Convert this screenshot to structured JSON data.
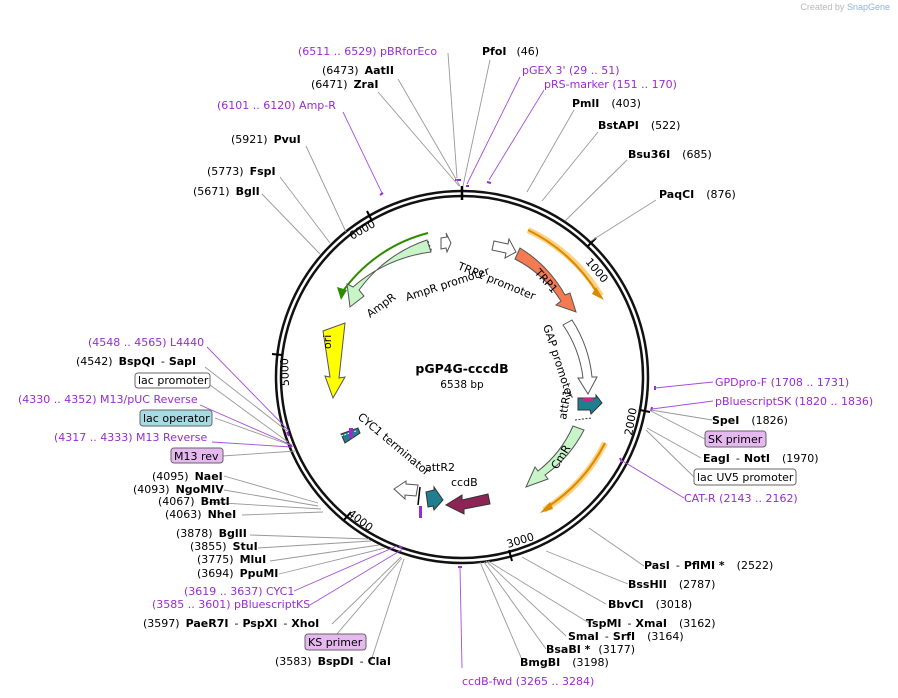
{
  "watermark": {
    "prefix": "Created by",
    "brand": "SnapGene"
  },
  "plasmid": {
    "name": "pGP4G-cccdB",
    "length": "6538 bp"
  },
  "ticks": [
    "1000",
    "2000",
    "3000",
    "4000",
    "5000",
    "6000"
  ],
  "features": [
    {
      "id": "TRP1",
      "label": "TRP1",
      "color": "#f47a52"
    },
    {
      "id": "TRP1-promoter",
      "label": "TRP1 promoter",
      "color": "#ffffff"
    },
    {
      "id": "GAP-promoter",
      "label": "GAP promoter",
      "color": "#ffffff"
    },
    {
      "id": "attR1",
      "label": "attR1",
      "color": "#1f7f8e"
    },
    {
      "id": "CmR",
      "label": "CmR",
      "color": "#c8f5c8"
    },
    {
      "id": "ccdB",
      "label": "ccdB",
      "color": "#8e2356"
    },
    {
      "id": "attR2",
      "label": "attR2",
      "color": "#1f7f8e"
    },
    {
      "id": "CYC1-terminator",
      "label": "CYC1 terminator",
      "color": "#ffffff"
    },
    {
      "id": "ori",
      "label": "ori",
      "color": "#ffff00"
    },
    {
      "id": "AmpR",
      "label": "AmpR",
      "color": "#c8f5c8"
    },
    {
      "id": "AmpR-promoter",
      "label": "AmpR promoter",
      "color": "#ffffff"
    }
  ],
  "labels": [
    {
      "name": "pbrforeco",
      "type": "primer",
      "text": "(6511 .. 6529)  pBRforEco"
    },
    {
      "name": "pfoi",
      "type": "site",
      "pos": "(46)",
      "site": "PfoI"
    },
    {
      "name": "aatii",
      "type": "site",
      "pos": "(6473)",
      "site": "AatII"
    },
    {
      "name": "pgex3",
      "type": "primer",
      "text": "pGEX 3'     (29 .. 51)"
    },
    {
      "name": "zrai",
      "type": "site",
      "pos": "(6471)",
      "site": "ZraI"
    },
    {
      "name": "prs-marker",
      "type": "primer",
      "text": "pRS-marker     (151 .. 170)"
    },
    {
      "name": "pmli",
      "type": "site",
      "site": "PmlI",
      "pos": "(403)"
    },
    {
      "name": "ampr-primer",
      "type": "primer",
      "text": "(6101 .. 6120)  Amp-R"
    },
    {
      "name": "bstapi",
      "type": "site",
      "site": "BstAPI",
      "pos": "(522)"
    },
    {
      "name": "pvui",
      "type": "site",
      "pos": "(5921)",
      "site": "PvuI"
    },
    {
      "name": "bsu36i",
      "type": "site",
      "site": "Bsu36I",
      "pos": "(685)"
    },
    {
      "name": "fspi",
      "type": "site",
      "pos": "(5773)",
      "site": "FspI"
    },
    {
      "name": "bgli",
      "type": "site",
      "pos": "(5671)",
      "site": "BglI"
    },
    {
      "name": "paqci",
      "type": "site",
      "site": "PaqCI",
      "pos": "(876)"
    },
    {
      "name": "l4440",
      "type": "primer",
      "text": "(4548 .. 4565)  L4440"
    },
    {
      "name": "bspqi",
      "type": "site",
      "pos": "(4542)",
      "site": "BspQI",
      "site2": "SapI"
    },
    {
      "name": "lac-promoter",
      "type": "box",
      "text": "lac promoter",
      "fill": "#ffffff"
    },
    {
      "name": "m13puc-rev",
      "type": "primer",
      "text": "(4330 .. 4352)  M13/pUC Reverse"
    },
    {
      "name": "lac-operator",
      "type": "box",
      "text": "lac operator",
      "fill": "#a6dbe3"
    },
    {
      "name": "m13-reverse",
      "type": "primer",
      "text": "(4317 .. 4333)  M13 Reverse"
    },
    {
      "name": "m13-rev",
      "type": "box",
      "text": "M13 rev",
      "fill": "#e6b8f0"
    },
    {
      "name": "naei",
      "type": "site",
      "pos": "(4095)",
      "site": "NaeI"
    },
    {
      "name": "ngomiv",
      "type": "site",
      "pos": "(4093)",
      "site": "NgoMIV"
    },
    {
      "name": "bmti",
      "type": "site",
      "pos": "(4067)",
      "site": "BmtI"
    },
    {
      "name": "nhei",
      "type": "site",
      "pos": "(4063)",
      "site": "NheI"
    },
    {
      "name": "bglii",
      "type": "site",
      "pos": "(3878)",
      "site": "BglII"
    },
    {
      "name": "stui",
      "type": "site",
      "pos": "(3855)",
      "site": "StuI"
    },
    {
      "name": "mlui",
      "type": "site",
      "pos": "(3775)",
      "site": "MluI"
    },
    {
      "name": "ppumi",
      "type": "site",
      "pos": "(3694)",
      "site": "PpuMI"
    },
    {
      "name": "cyc1-primer",
      "type": "primer",
      "text": "(3619 .. 3637)  CYC1"
    },
    {
      "name": "pbluescriptks",
      "type": "primer",
      "text": "(3585 .. 3601)  pBluescriptKS"
    },
    {
      "name": "paer7i",
      "type": "site",
      "pos": "(3597)",
      "site": "PaeR7I",
      "site2": "PspXI",
      "site3": "XhoI"
    },
    {
      "name": "ks-primer",
      "type": "box",
      "text": "KS primer",
      "fill": "#e6b8f0"
    },
    {
      "name": "bspdi",
      "type": "site",
      "pos": "(3583)",
      "site": "BspDI",
      "site2": "ClaI"
    },
    {
      "name": "gpdpro-f",
      "type": "primer",
      "text": "GPDpro-F     (1708 .. 1731)"
    },
    {
      "name": "pbluescriptsk",
      "type": "primer",
      "text": "pBluescriptSK     (1820 .. 1836)"
    },
    {
      "name": "spei",
      "type": "site",
      "site": "SpeI",
      "pos": "(1826)"
    },
    {
      "name": "sk-primer",
      "type": "box",
      "text": "SK primer",
      "fill": "#e6b8f0"
    },
    {
      "name": "eagi",
      "type": "site",
      "site": "EagI",
      "site2": "NotI",
      "pos": "(1970)"
    },
    {
      "name": "lacuv5",
      "type": "box",
      "text": "lac UV5 promoter",
      "fill": "#ffffff"
    },
    {
      "name": "cat-r",
      "type": "primer",
      "text": "CAT-R     (2143 .. 2162)"
    },
    {
      "name": "pasi",
      "type": "site",
      "site": "PasI",
      "site2": "PflMI *",
      "pos": "(2522)"
    },
    {
      "name": "bsshii",
      "type": "site",
      "site": "BssHII",
      "pos": "(2787)"
    },
    {
      "name": "bbvci",
      "type": "site",
      "site": "BbvCI",
      "pos": "(3018)"
    },
    {
      "name": "tspmi",
      "type": "site",
      "site": "TspMI",
      "site2": "XmaI",
      "pos": "(3162)"
    },
    {
      "name": "smai",
      "type": "site",
      "site": "SmaI",
      "site2": "SrfI",
      "pos": "(3164)"
    },
    {
      "name": "bsabi",
      "type": "site",
      "site": "BsaBI *",
      "pos": "(3177)"
    },
    {
      "name": "bmgbi",
      "type": "site",
      "site": "BmgBI",
      "pos": "(3198)"
    },
    {
      "name": "ccdb-fwd",
      "type": "primer",
      "text": "ccdB-fwd     (3265 .. 3284)"
    }
  ]
}
